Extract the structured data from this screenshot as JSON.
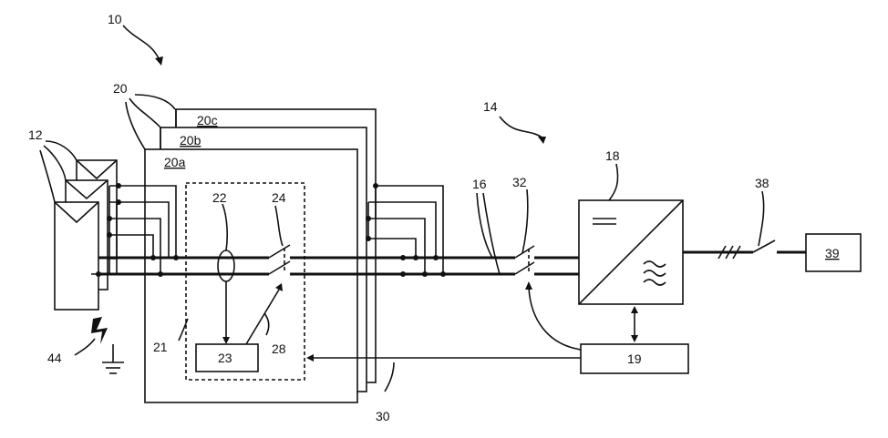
{
  "labels": {
    "l10": "10",
    "l12": "12",
    "l14": "14",
    "l16": "16",
    "l18": "18",
    "l19": "19",
    "l20": "20",
    "l20a": "20a",
    "l20b": "20b",
    "l20c": "20c",
    "l21": "21",
    "l22": "22",
    "l23": "23",
    "l24": "24",
    "l28": "28",
    "l30": "30",
    "l32": "32",
    "l38": "38",
    "l39": "39",
    "l44": "44"
  },
  "colors": {
    "ink": "#111111",
    "background": "#ffffff"
  }
}
